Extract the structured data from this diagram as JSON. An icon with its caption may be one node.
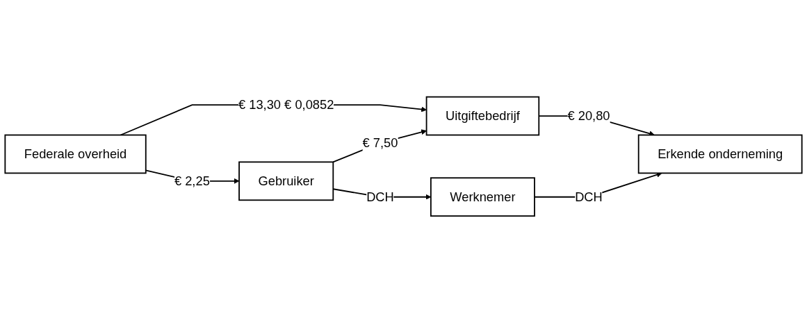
{
  "diagram": {
    "nodes": [
      {
        "text": [
          "Federale overheid"
        ]
      },
      {
        "text": [
          "Uitgiftebedrijf"
        ]
      },
      {
        "text": [
          "Gebruiker"
        ]
      },
      {
        "text": [
          "Erkende onderneming"
        ]
      },
      {
        "text": [
          "Werknemer"
        ]
      }
    ],
    "edges": [
      {
        "from": 0,
        "to": 2,
        "arrow": "to",
        "label": "€ 2,25"
      },
      {
        "from": 0,
        "to": 1,
        "arrow": "to",
        "label": "€ 13,30 € 0,0852"
      },
      {
        "from": 2,
        "to": 1,
        "arrow": "to",
        "label": "€ 7,50"
      },
      {
        "from": 1,
        "to": 3,
        "arrow": "to",
        "label": "€ 20,80"
      },
      {
        "from": 2,
        "to": 4,
        "arrow": "to",
        "label": "DCH"
      },
      {
        "from": 4,
        "to": 3,
        "arrow": "to",
        "label": "DCH"
      }
    ]
  }
}
